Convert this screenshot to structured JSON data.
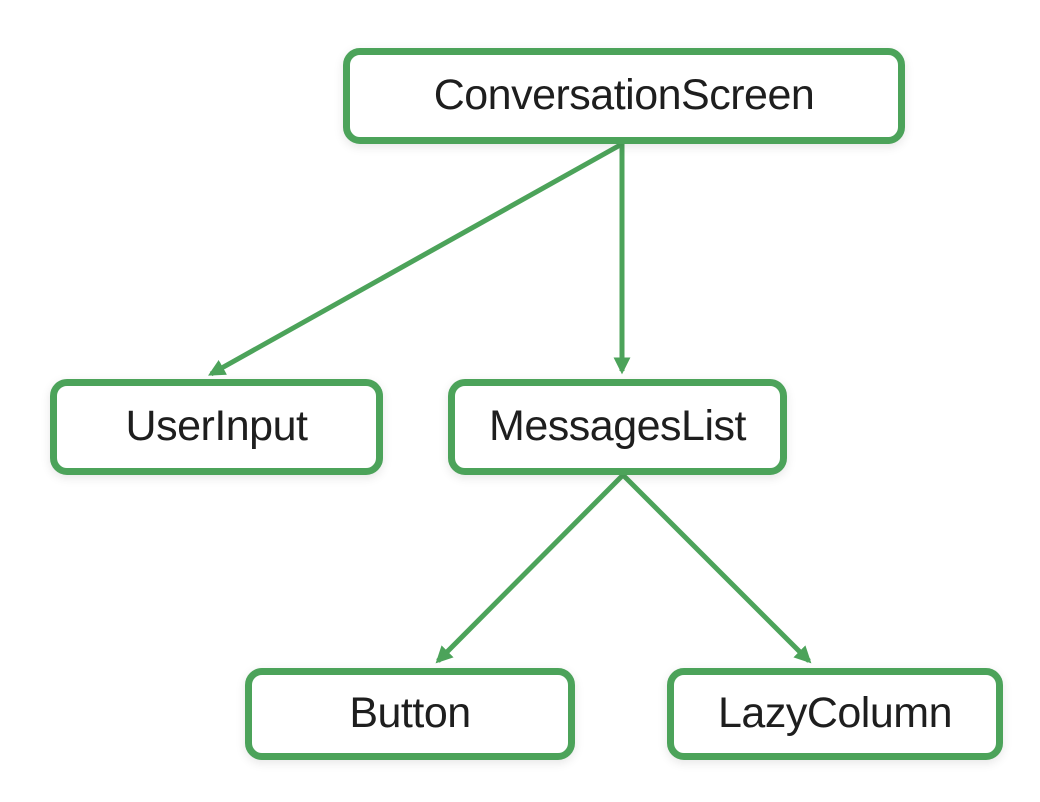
{
  "diagram": {
    "type": "tree",
    "accent_color": "#4CA35A",
    "box_fill_color": "#FFFFFF",
    "text_color": "#1E1E1E",
    "background_color": "#FFFFFF",
    "nodes": [
      {
        "id": "conversation-screen",
        "label": "ConversationScreen",
        "level": 0
      },
      {
        "id": "user-input",
        "label": "UserInput",
        "level": 1
      },
      {
        "id": "messages-list",
        "label": "MessagesList",
        "level": 1
      },
      {
        "id": "button",
        "label": "Button",
        "level": 2
      },
      {
        "id": "lazy-column",
        "label": "LazyColumn",
        "level": 2
      }
    ],
    "edges": [
      {
        "from": "ConversationScreen",
        "to": "UserInput"
      },
      {
        "from": "ConversationScreen",
        "to": "MessagesList"
      },
      {
        "from": "MessagesList",
        "to": "Button"
      },
      {
        "from": "MessagesList",
        "to": "LazyColumn"
      }
    ]
  }
}
